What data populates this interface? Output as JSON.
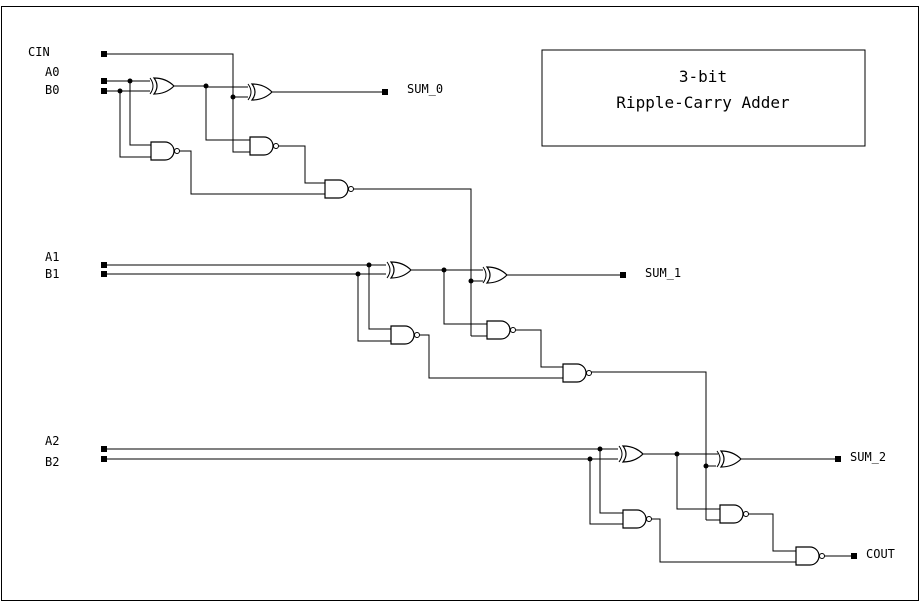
{
  "title": {
    "line1": "3-bit",
    "line2": "Ripple-Carry Adder"
  },
  "inputs": {
    "cin": "CIN",
    "a0": "A0",
    "b0": "B0",
    "a1": "A1",
    "b1": "B1",
    "a2": "A2",
    "b2": "B2"
  },
  "outputs": {
    "sum0": "SUM_0",
    "sum1": "SUM_1",
    "sum2": "SUM_2",
    "cout": "COUT"
  },
  "gates": [
    {
      "id": "xor0a",
      "type": "XOR"
    },
    {
      "id": "xor0b",
      "type": "XOR"
    },
    {
      "id": "nand0a",
      "type": "NAND"
    },
    {
      "id": "nand0b",
      "type": "NAND"
    },
    {
      "id": "nand0c",
      "type": "NAND"
    },
    {
      "id": "xor1a",
      "type": "XOR"
    },
    {
      "id": "xor1b",
      "type": "XOR"
    },
    {
      "id": "nand1a",
      "type": "NAND"
    },
    {
      "id": "nand1b",
      "type": "NAND"
    },
    {
      "id": "nand1c",
      "type": "NAND"
    },
    {
      "id": "xor2a",
      "type": "XOR"
    },
    {
      "id": "xor2b",
      "type": "XOR"
    },
    {
      "id": "nand2a",
      "type": "NAND"
    },
    {
      "id": "nand2b",
      "type": "NAND"
    },
    {
      "id": "nand2c",
      "type": "NAND"
    }
  ]
}
